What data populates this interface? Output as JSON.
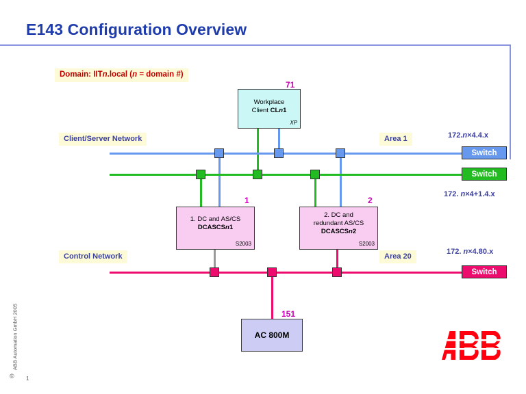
{
  "slide": {
    "title": "E143 Configuration Overview",
    "page_number": "1",
    "copyright": "ABB Automation GmbH  2005",
    "copyright_mark": "©",
    "logo_name": "ABB"
  },
  "notes": {
    "domain": {
      "prefix": "Domain: IIT",
      "var1": "n",
      "middle": ".local (",
      "var2": "n",
      "suffix": " = domain #)"
    },
    "client_server_network": "Client/Server Network",
    "control_network": "Control Network",
    "area_1": "Area 1",
    "area_20": "Area 20"
  },
  "ip_labels": {
    "client_server_primary": {
      "prefix": "172.",
      "var": "n",
      "suffix": "×4.4.x"
    },
    "client_server_secondary": {
      "prefix": "172. ",
      "var": "n",
      "suffix": "×4+1.4.x"
    },
    "control": {
      "prefix": "172. ",
      "var": "n",
      "suffix": "×4.80.x"
    }
  },
  "nodes": {
    "workplace_client": {
      "id": "71",
      "line1": "Workplace",
      "line2_prefix": "Client ",
      "line2_name": "CL",
      "line2_var": "n",
      "line2_suffix": "1",
      "os": "XP"
    },
    "server_1": {
      "id": "1",
      "line1": "1. DC and AS/CS",
      "name_prefix": "DCASCS",
      "name_var": "n",
      "name_suffix": "1",
      "os": "S2003"
    },
    "server_2": {
      "id": "2",
      "line1": "2. DC and",
      "line2": "redundant AS/CS",
      "name_prefix": "DCASCS",
      "name_var": "n",
      "name_suffix": "2",
      "os": "S2003"
    },
    "controller": {
      "id": "151",
      "label": "AC 800M"
    }
  },
  "switches": {
    "client_server_primary": "Switch",
    "client_server_secondary": "Switch",
    "control": "Switch"
  },
  "colors": {
    "title_blue": "#1f3cab",
    "network_blue": "#6699ee",
    "network_green": "#22bb22",
    "network_pink": "#ee0b6e",
    "note_background": "#fdfbd7",
    "note_text": "#3b3f9e",
    "domain_text": "#c00000",
    "id_magenta": "#c800b4",
    "client_fill": "#ccf7f7",
    "server_fill": "#f9ccf2",
    "controller_fill": "#ccccf5",
    "brand_red": "#ff000f"
  }
}
